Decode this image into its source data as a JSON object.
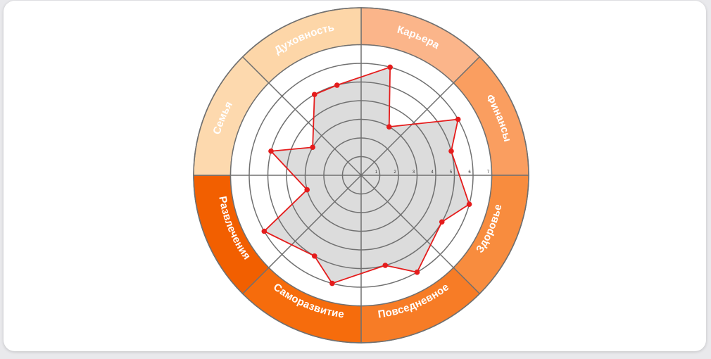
{
  "chart_data": {
    "type": "radar",
    "title": "",
    "segments": [
      {
        "name": "Карьера",
        "values": [
          6,
          3
        ],
        "color": "#fbb58a"
      },
      {
        "name": "Финансы",
        "values": [
          6,
          5
        ],
        "color": "#fa9e60"
      },
      {
        "name": "Здоровье",
        "values": [
          6,
          5
        ],
        "color": "#f88c3e"
      },
      {
        "name": "Повседневное",
        "values": [
          6,
          5
        ],
        "color": "#f77c26"
      },
      {
        "name": "Саморазвитие",
        "values": [
          6,
          5
        ],
        "color": "#f66c0c"
      },
      {
        "name": "Развлечения",
        "values": [
          6,
          3
        ],
        "color": "#f25f00"
      },
      {
        "name": "Семья",
        "values": [
          5,
          3
        ],
        "color": "#fdd9ae"
      },
      {
        "name": "Духовность",
        "values": [
          5,
          5
        ],
        "color": "#fdd6a8"
      }
    ],
    "ticks": [
      "1",
      "2",
      "3",
      "4",
      "5",
      "6",
      "7"
    ],
    "rlim": [
      0,
      7
    ],
    "line_color": "#e51c1c",
    "fill_color": "#dcdcdc",
    "grid_color": "#707070"
  }
}
